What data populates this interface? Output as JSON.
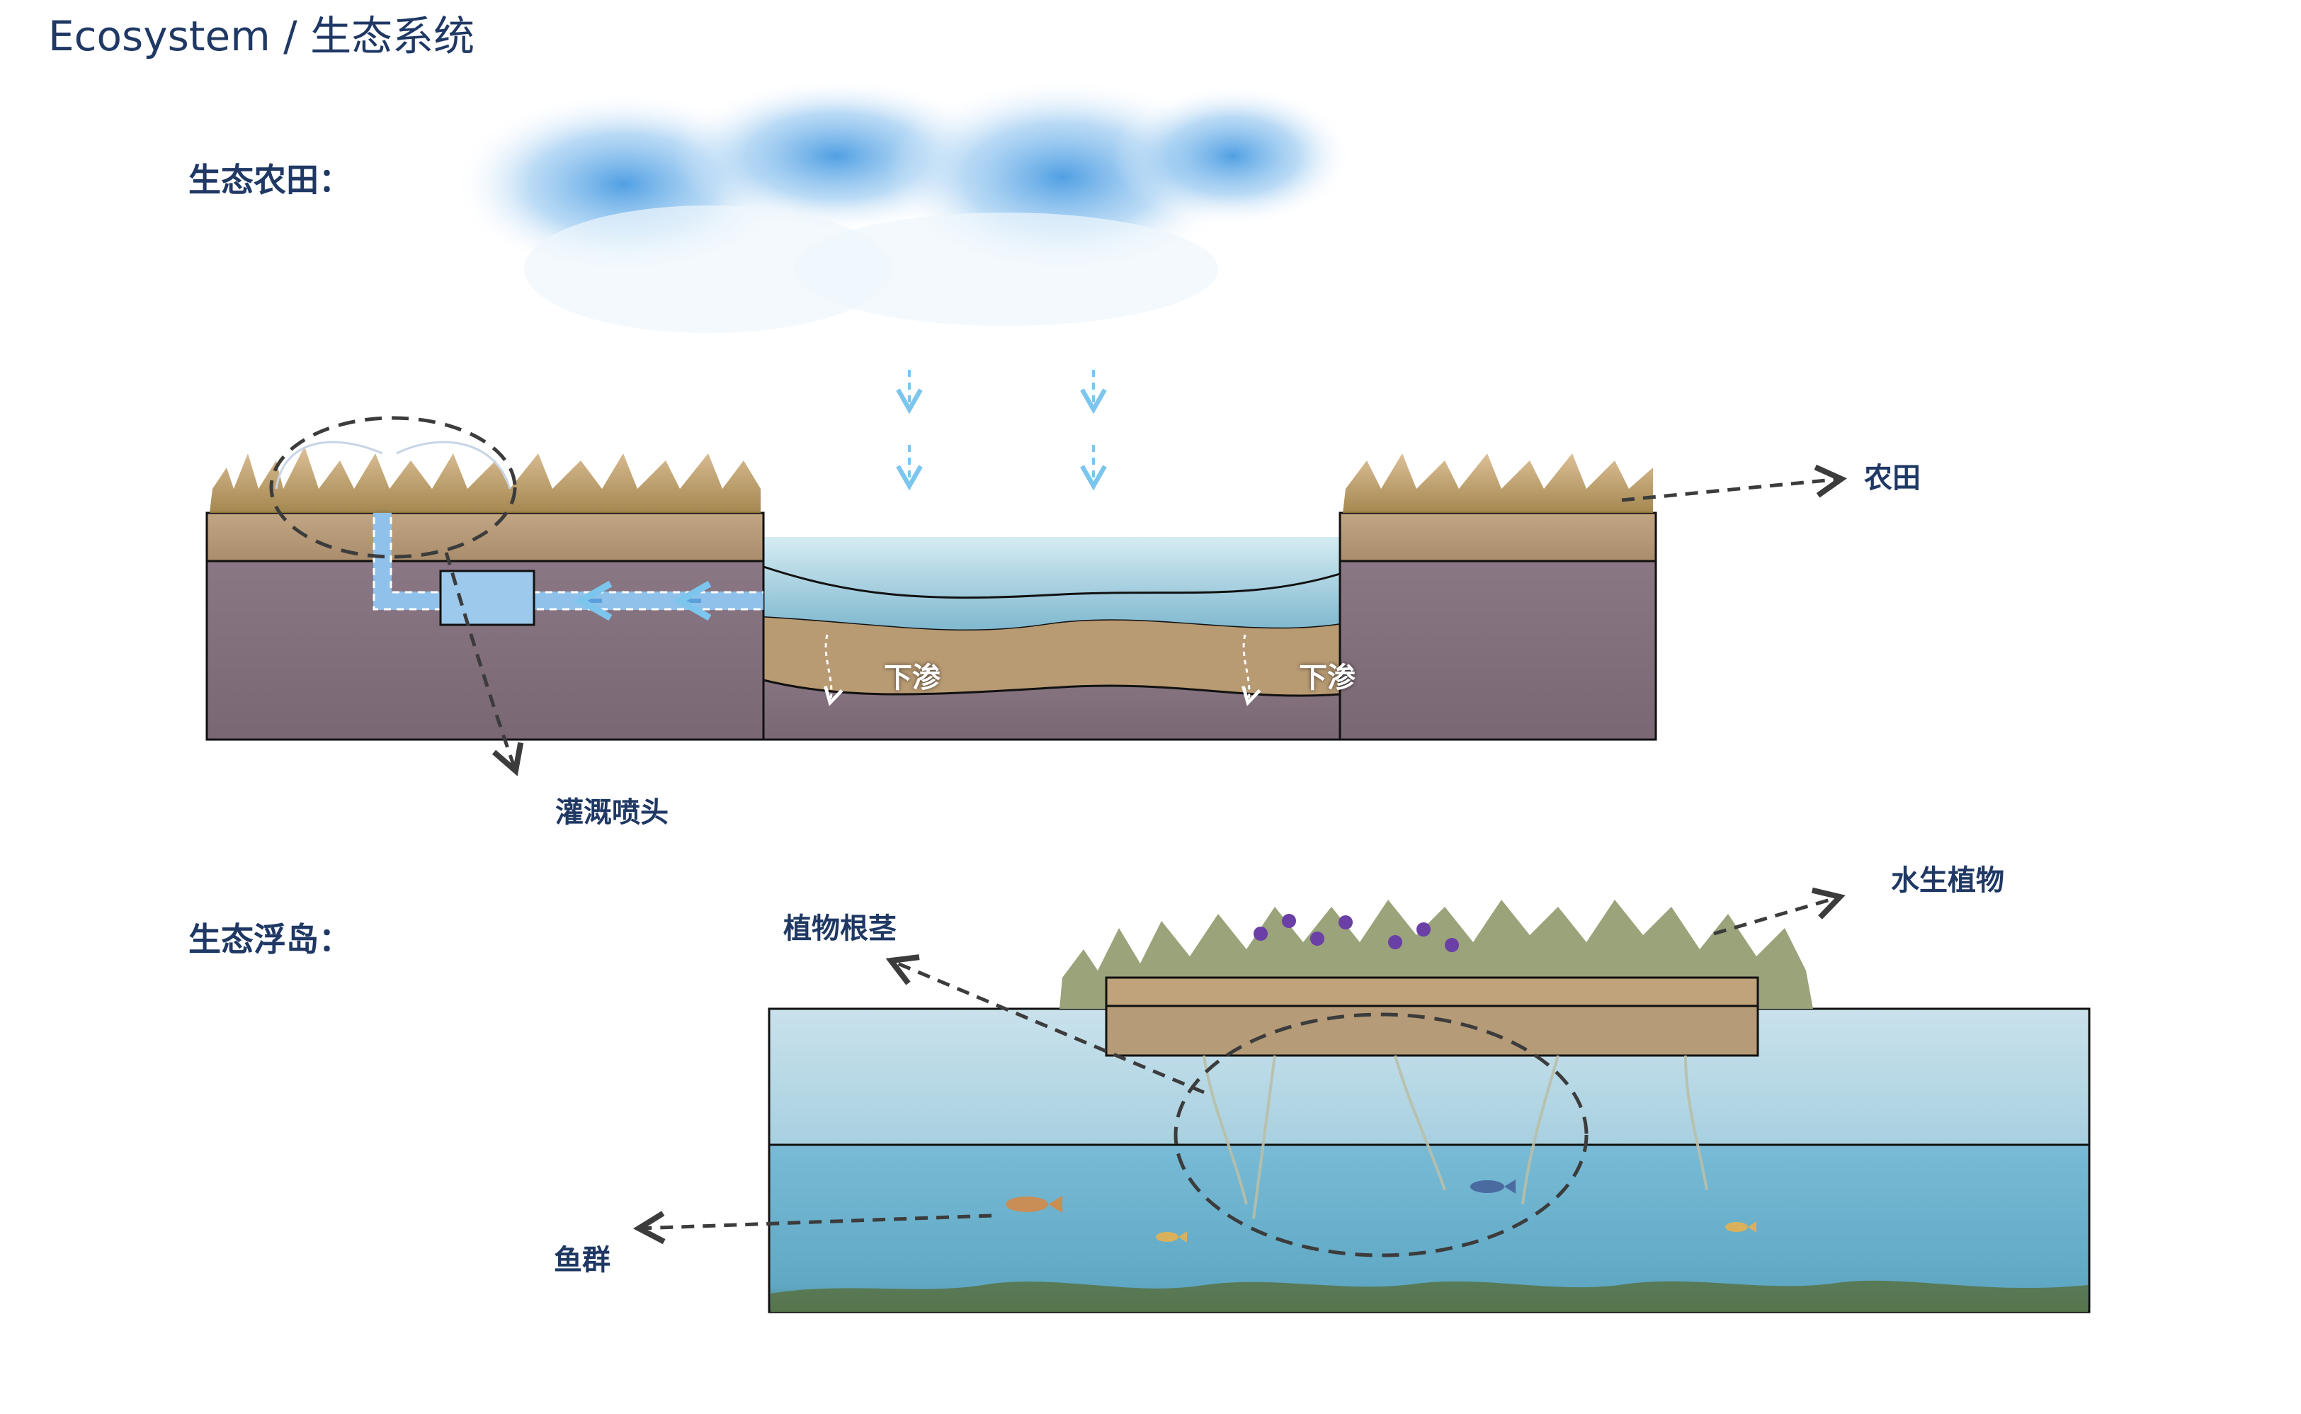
{
  "header": {
    "title": "Ecosystem / 生态系统"
  },
  "sections": {
    "farmland": {
      "title": "生态农田：",
      "labels": {
        "farmland": "农田",
        "sprinkler": "灌溉喷头",
        "seepage_left": "下渗",
        "seepage_right": "下渗"
      }
    },
    "floating_island": {
      "title": "生态浮岛：",
      "labels": {
        "aquatic_plants": "水生植物",
        "plant_roots": "植物根茎",
        "fish_school": "鱼群"
      }
    }
  },
  "colors": {
    "title_text": "#1f3864",
    "topsoil": "#b79a76",
    "subsoil": "#8b7683",
    "water_surface": "#b9dbe8",
    "water_deep": "#6fb4cf",
    "rain_arrow": "#7cc6ee",
    "pipe": "#8fc1ea",
    "annotation": "#3c3c3c"
  }
}
